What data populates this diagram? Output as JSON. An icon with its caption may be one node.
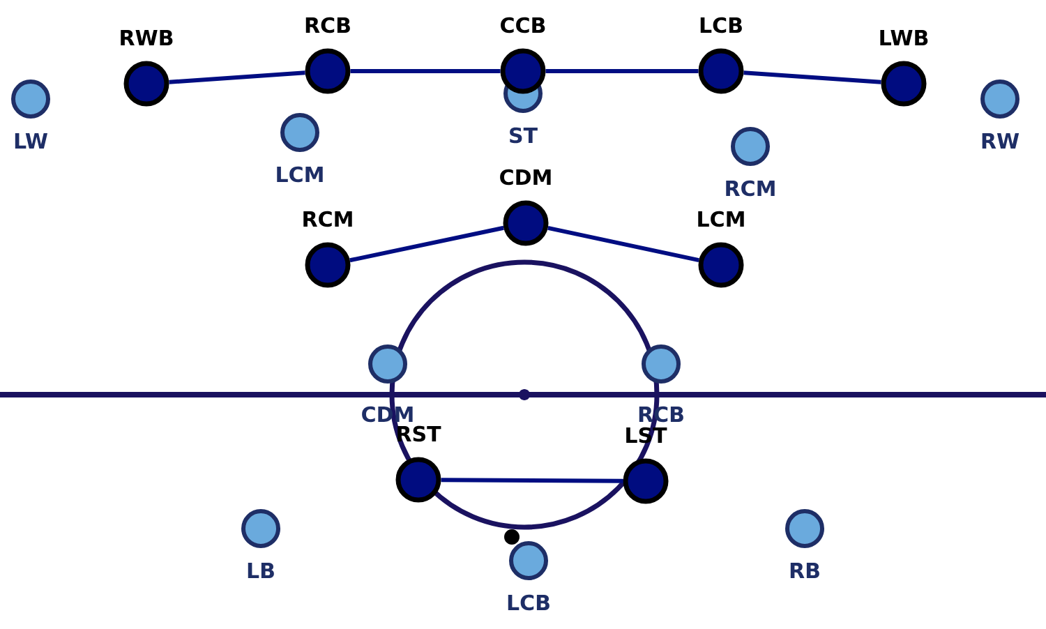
{
  "diagram": {
    "nodes": [
      {
        "text": [
          "RWB"
        ]
      },
      {
        "text": [
          "RCB"
        ]
      },
      {
        "text": [
          "CCB"
        ]
      },
      {
        "text": [
          "LCB"
        ]
      },
      {
        "text": [
          "LWB"
        ]
      },
      {
        "text": [
          "LW"
        ]
      },
      {
        "text": [
          "ST"
        ]
      },
      {
        "text": [
          "RW"
        ]
      },
      {
        "text": [
          "LCM"
        ]
      },
      {
        "text": [
          "RCM"
        ]
      },
      {
        "text": [
          "CDM"
        ]
      },
      {
        "text": [
          "RCM"
        ]
      },
      {
        "text": [
          "LCM"
        ]
      },
      {
        "text": [
          "CDM"
        ]
      },
      {
        "text": [
          "RCB"
        ]
      },
      {
        "text": [
          "RST"
        ]
      },
      {
        "text": [
          "LST"
        ]
      },
      {
        "text": [
          "LB"
        ]
      },
      {
        "text": [
          "LCB"
        ]
      },
      {
        "text": [
          "RB"
        ]
      }
    ],
    "edges": [
      {
        "from": 0,
        "to": 1,
        "arrow": "none"
      },
      {
        "from": 1,
        "to": 2,
        "arrow": "none"
      },
      {
        "from": 2,
        "to": 3,
        "arrow": "none"
      },
      {
        "from": 3,
        "to": 4,
        "arrow": "none"
      },
      {
        "from": 11,
        "to": 10,
        "arrow": "none"
      },
      {
        "from": 10,
        "to": 12,
        "arrow": "none"
      },
      {
        "from": 15,
        "to": 16,
        "arrow": "none"
      }
    ]
  }
}
